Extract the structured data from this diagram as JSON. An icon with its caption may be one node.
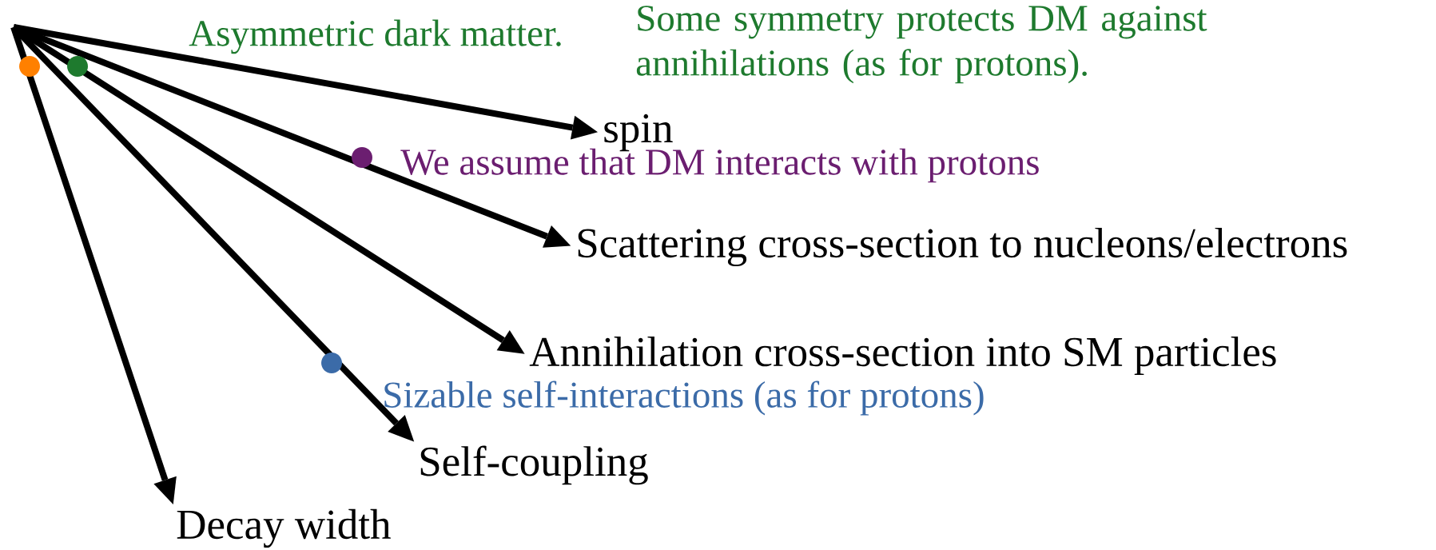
{
  "diagram": {
    "nodes": [
      {
        "text": [
          "spin"
        ]
      },
      {
        "text": [
          "Scattering cross-section to nucleons/electrons"
        ]
      },
      {
        "text": [
          "Annihilation cross-section into SM particles"
        ]
      },
      {
        "text": [
          "Self-coupling"
        ]
      },
      {
        "text": [
          "Decay width"
        ]
      }
    ],
    "edges": [
      {
        "from": null,
        "to": 0,
        "arrow": "to"
      },
      {
        "from": null,
        "to": 1,
        "arrow": "to"
      },
      {
        "from": null,
        "to": 2,
        "arrow": "to"
      },
      {
        "from": null,
        "to": 3,
        "arrow": "to"
      },
      {
        "from": null,
        "to": 4,
        "arrow": "to"
      }
    ],
    "labels": [
      "Asymmetric dark matter.",
      "Some symmetry protects DM against annihilations (as for protons).",
      "We assume that DM interacts with protons",
      "Sizable self-interactions (as for protons)"
    ]
  }
}
